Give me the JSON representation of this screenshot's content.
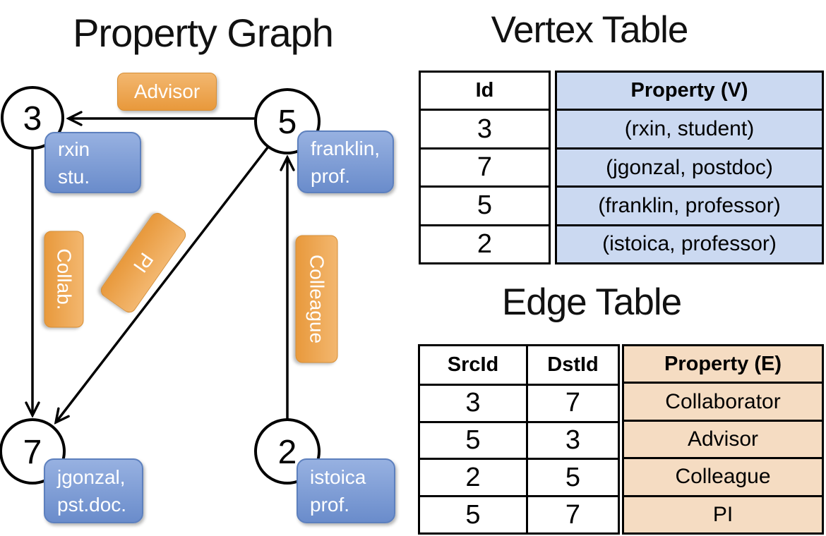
{
  "titles": {
    "graph": "Property Graph",
    "vertex_table": "Vertex Table",
    "edge_table": "Edge Table"
  },
  "graph": {
    "vertices": [
      {
        "id": "3",
        "label_lines": [
          "rxin",
          "stu."
        ]
      },
      {
        "id": "5",
        "label_lines": [
          "franklin,",
          "prof."
        ]
      },
      {
        "id": "7",
        "label_lines": [
          "jgonzal,",
          "pst.doc."
        ]
      },
      {
        "id": "2",
        "label_lines": [
          "istoica",
          "prof."
        ]
      }
    ],
    "edge_labels": {
      "advisor": "Advisor",
      "collab": "Collab.",
      "pi": "PI",
      "colleague": "Colleague"
    }
  },
  "vertex_table": {
    "headers": {
      "id": "Id",
      "property": "Property (V)"
    },
    "rows": [
      {
        "id": "3",
        "property": "(rxin, student)"
      },
      {
        "id": "7",
        "property": "(jgonzal, postdoc)"
      },
      {
        "id": "5",
        "property": "(franklin, professor)"
      },
      {
        "id": "2",
        "property": "(istoica, professor)"
      }
    ]
  },
  "edge_table": {
    "headers": {
      "src": "SrcId",
      "dst": "DstId",
      "property": "Property (E)"
    },
    "rows": [
      {
        "src": "3",
        "dst": "7",
        "property": "Collaborator"
      },
      {
        "src": "5",
        "dst": "3",
        "property": "Advisor"
      },
      {
        "src": "2",
        "dst": "5",
        "property": "Colleague"
      },
      {
        "src": "5",
        "dst": "7",
        "property": "PI"
      }
    ]
  },
  "colors": {
    "orange_top": "#F3B76F",
    "orange_bottom": "#E8993C",
    "orange_border": "#D68E35",
    "blue_top": "#97B1E1",
    "blue_bottom": "#6A8CCB",
    "blue_border": "#5D80BE",
    "vertex_property_bg": "#CBD9F1",
    "edge_property_bg": "#F5DCC2",
    "edge_stroke": "#000000"
  }
}
